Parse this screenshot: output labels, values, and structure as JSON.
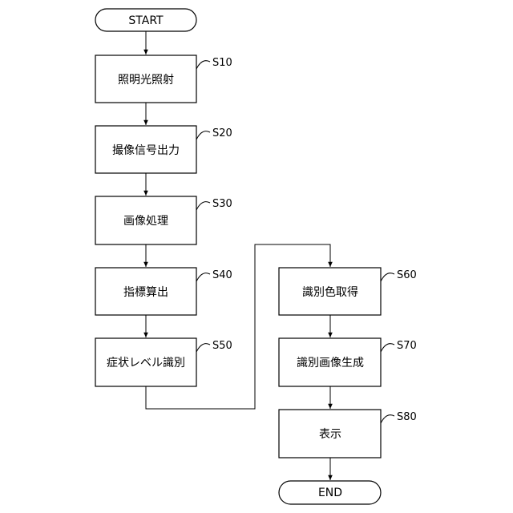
{
  "flowchart": {
    "start": "START",
    "end": "END",
    "steps": [
      {
        "id": "S10",
        "label": "照明光照射"
      },
      {
        "id": "S20",
        "label": "撮像信号出力"
      },
      {
        "id": "S30",
        "label": "画像処理"
      },
      {
        "id": "S40",
        "label": "指標算出"
      },
      {
        "id": "S50",
        "label": "症状レベル識別"
      },
      {
        "id": "S60",
        "label": "識別色取得"
      },
      {
        "id": "S70",
        "label": "識別画像生成"
      },
      {
        "id": "S80",
        "label": "表示"
      }
    ]
  }
}
